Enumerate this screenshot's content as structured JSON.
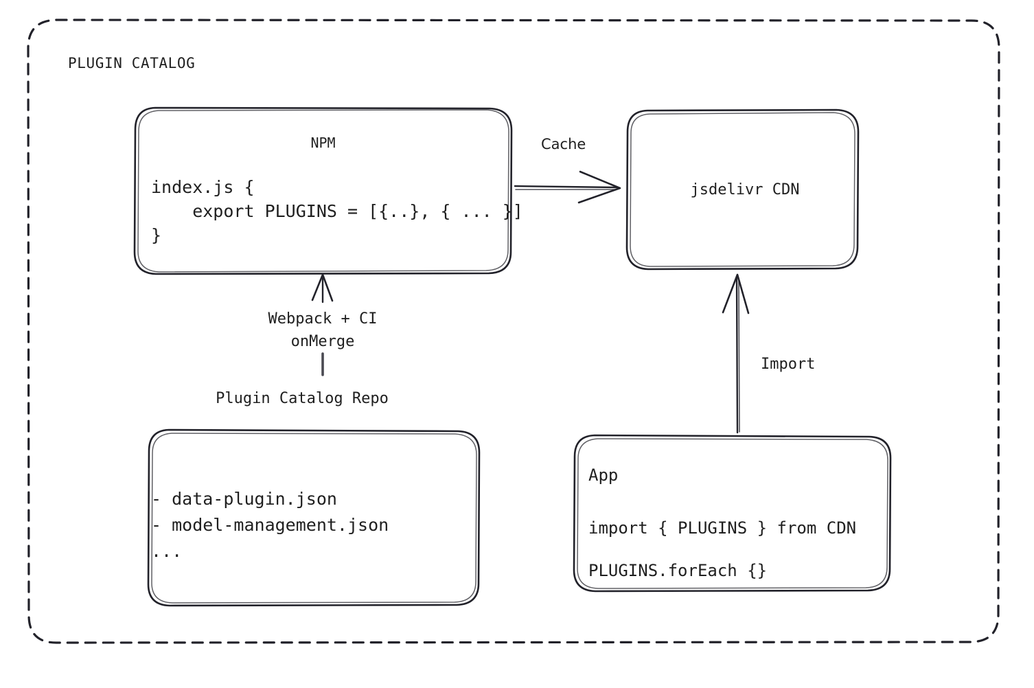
{
  "frame": {
    "title": "PLUGIN CATALOG"
  },
  "nodes": {
    "npm": {
      "title": "NPM",
      "code_line_1": "index.js {",
      "code_line_2": "    export PLUGINS = [{..}, { ... }]",
      "code_line_3": "}"
    },
    "cdn": {
      "title": "jsdelivr CDN"
    },
    "repo": {
      "caption": "Plugin Catalog Repo",
      "file_1": "- data-plugin.json",
      "file_2": "- model-management.json",
      "file_3": "..."
    },
    "app": {
      "title": "App",
      "code_line_1": "import { PLUGINS } from CDN",
      "code_line_2": "PLUGINS.forEach {}"
    }
  },
  "edges": {
    "cache": {
      "label": "Cache"
    },
    "build": {
      "label_line_1": "Webpack + CI",
      "label_line_2": "onMerge"
    },
    "import": {
      "label": "Import"
    }
  },
  "colors": {
    "stroke": "#22222a",
    "text": "#1f1f1f",
    "background": "#ffffff",
    "stub": "#4a4a52"
  }
}
